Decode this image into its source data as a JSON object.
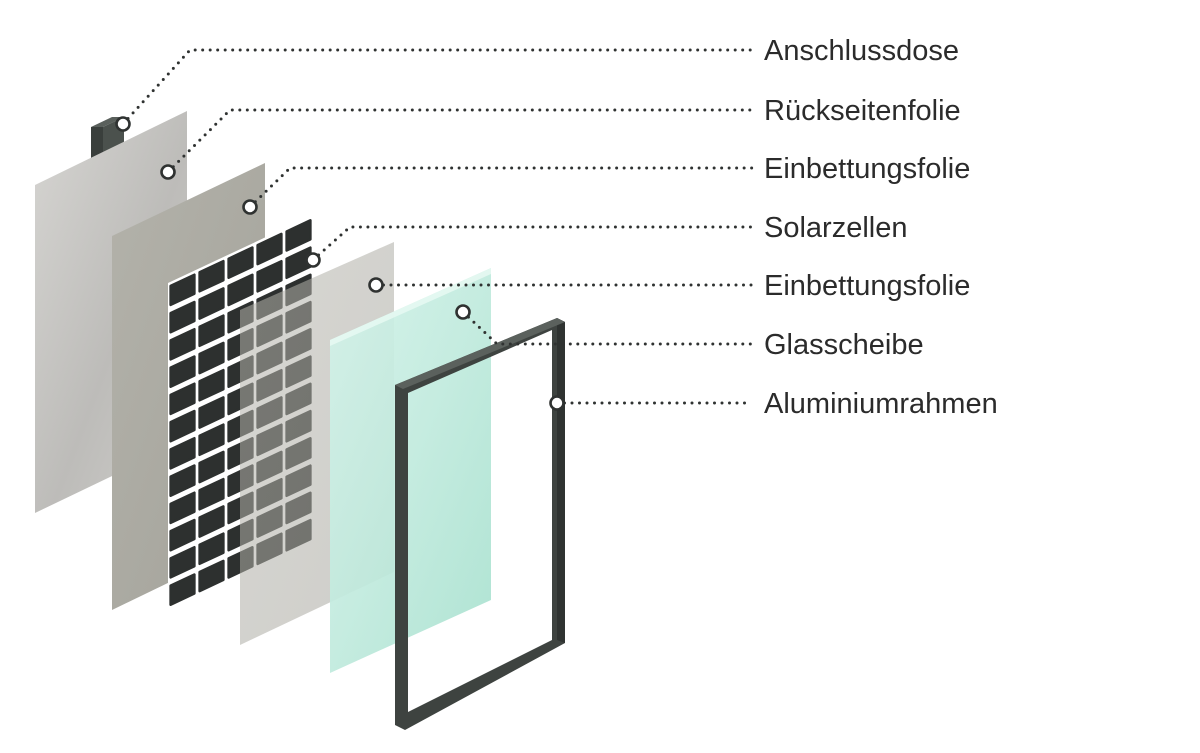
{
  "labels": [
    "Anschlussdose",
    "Rückseitenfolie",
    "Einbettungsfolie",
    "Solarzellen",
    "Einbettungsfolie",
    "Glasscheibe",
    "Aluminiumrahmen"
  ],
  "colors": {
    "label_text": "#2b2b2b",
    "leader_dots": "#2f3231",
    "junction_box": "#3a3f3c",
    "backsheet": "#c3c2bf",
    "encapsulant": "#a9a89f",
    "solar_cells": "#2d302f",
    "glass": "#bfe9dc",
    "frame": "#3e4340"
  }
}
